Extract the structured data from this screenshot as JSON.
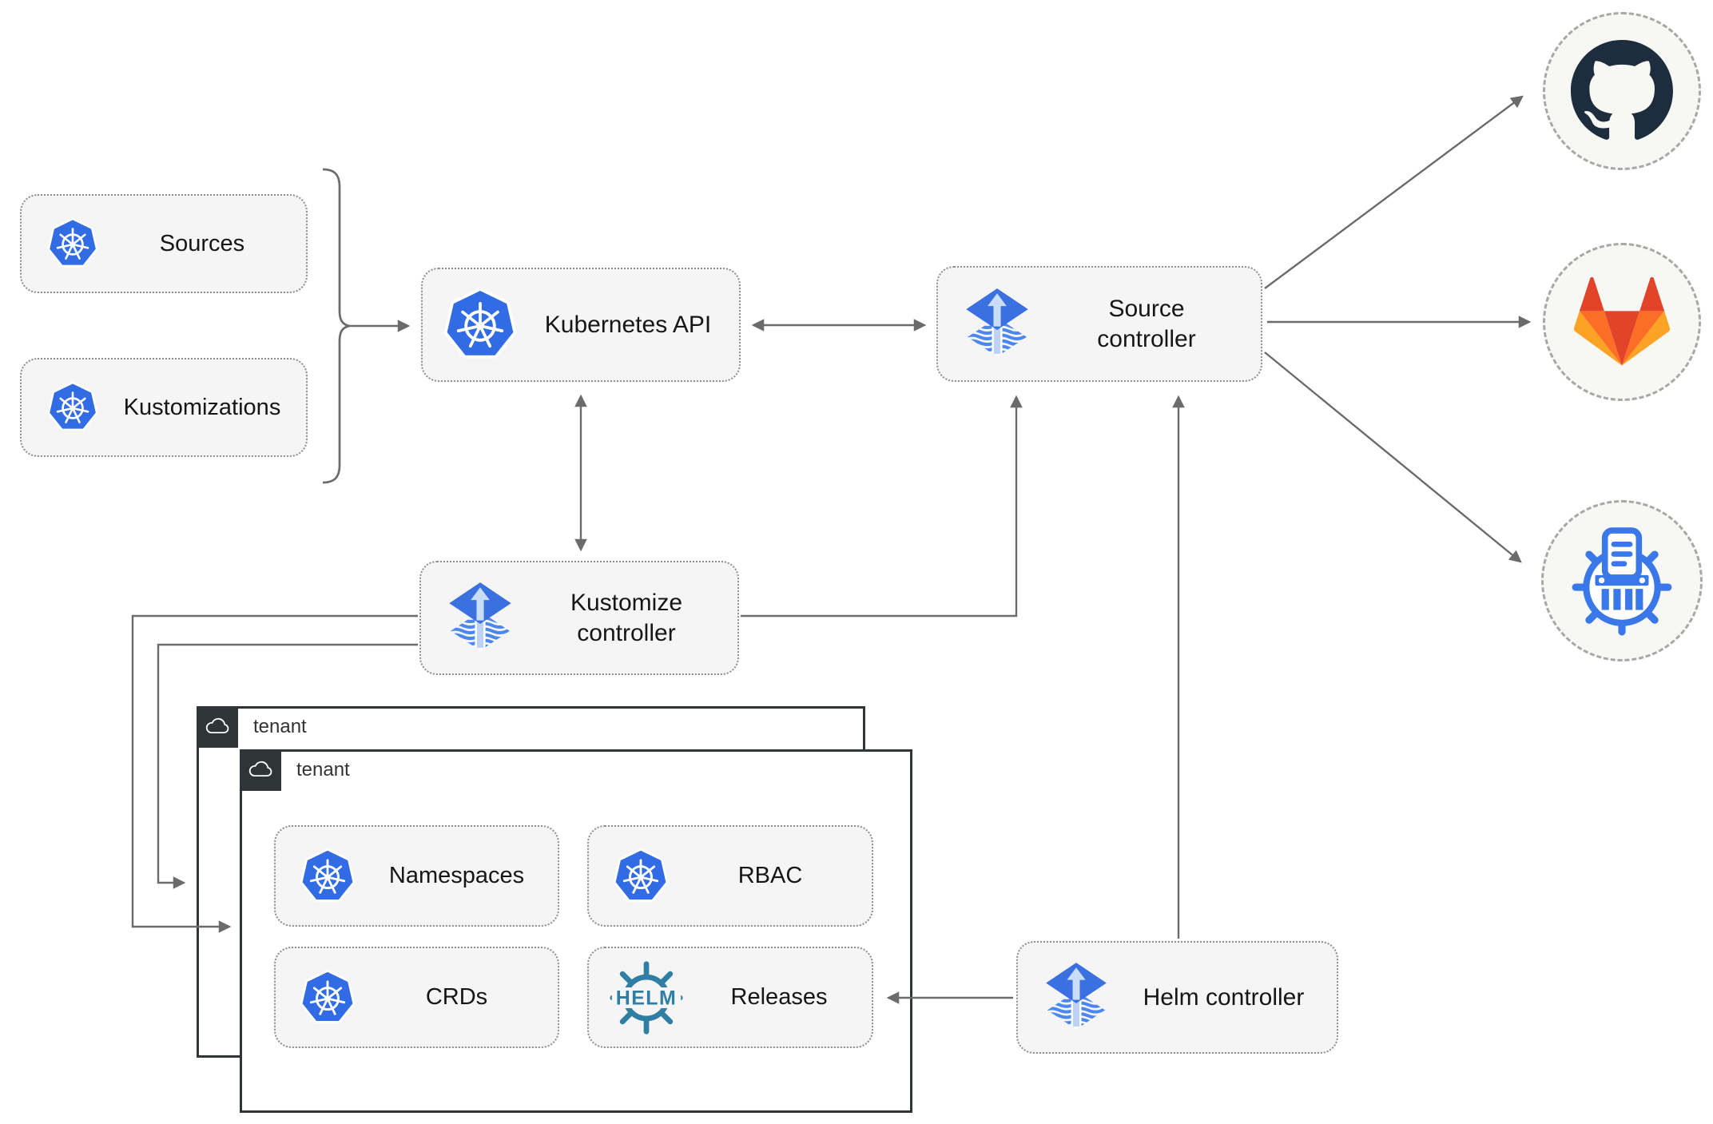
{
  "boxes": {
    "sources": {
      "label": "Sources",
      "icon": "kubernetes-icon"
    },
    "kustomizations": {
      "label": "Kustomizations",
      "icon": "kubernetes-icon"
    },
    "kubernetes_api": {
      "label": "Kubernetes API",
      "icon": "kubernetes-icon"
    },
    "source_controller": {
      "label": "Source controller",
      "icon": "flux-icon"
    },
    "kustomize_controller": {
      "label": "Kustomize controller",
      "icon": "flux-icon"
    },
    "helm_controller": {
      "label": "Helm controller",
      "icon": "flux-icon"
    },
    "namespaces": {
      "label": "Namespaces",
      "icon": "kubernetes-icon"
    },
    "rbac": {
      "label": "RBAC",
      "icon": "kubernetes-icon"
    },
    "crds": {
      "label": "CRDs",
      "icon": "kubernetes-icon"
    },
    "releases": {
      "label": "Releases",
      "icon": "helm-icon"
    }
  },
  "helm_logo": {
    "text": "HELM"
  },
  "tenants": {
    "back": {
      "label": "tenant",
      "icon": "cloud-icon"
    },
    "front": {
      "label": "tenant",
      "icon": "cloud-icon"
    }
  },
  "external_endpoints": [
    {
      "icon": "github-icon"
    },
    {
      "icon": "gitlab-icon"
    },
    {
      "icon": "helm-repository-icon"
    }
  ],
  "colors": {
    "kubernetes_blue": "#326CE5",
    "flux_blue": "#3A70E0",
    "flux_light_blue": "#C9DCF8",
    "helm_teal": "#2E7FA3",
    "github_dark": "#1E2D3D",
    "gitlab_red": "#E24329",
    "gitlab_orange": "#FC6D26",
    "gitlab_yellow": "#FCA326",
    "registry_blue": "#3A77E8",
    "node_fill": "#F5F5F5",
    "arrow_gray": "#6B6B6B",
    "tenant_border": "#2F3437"
  }
}
